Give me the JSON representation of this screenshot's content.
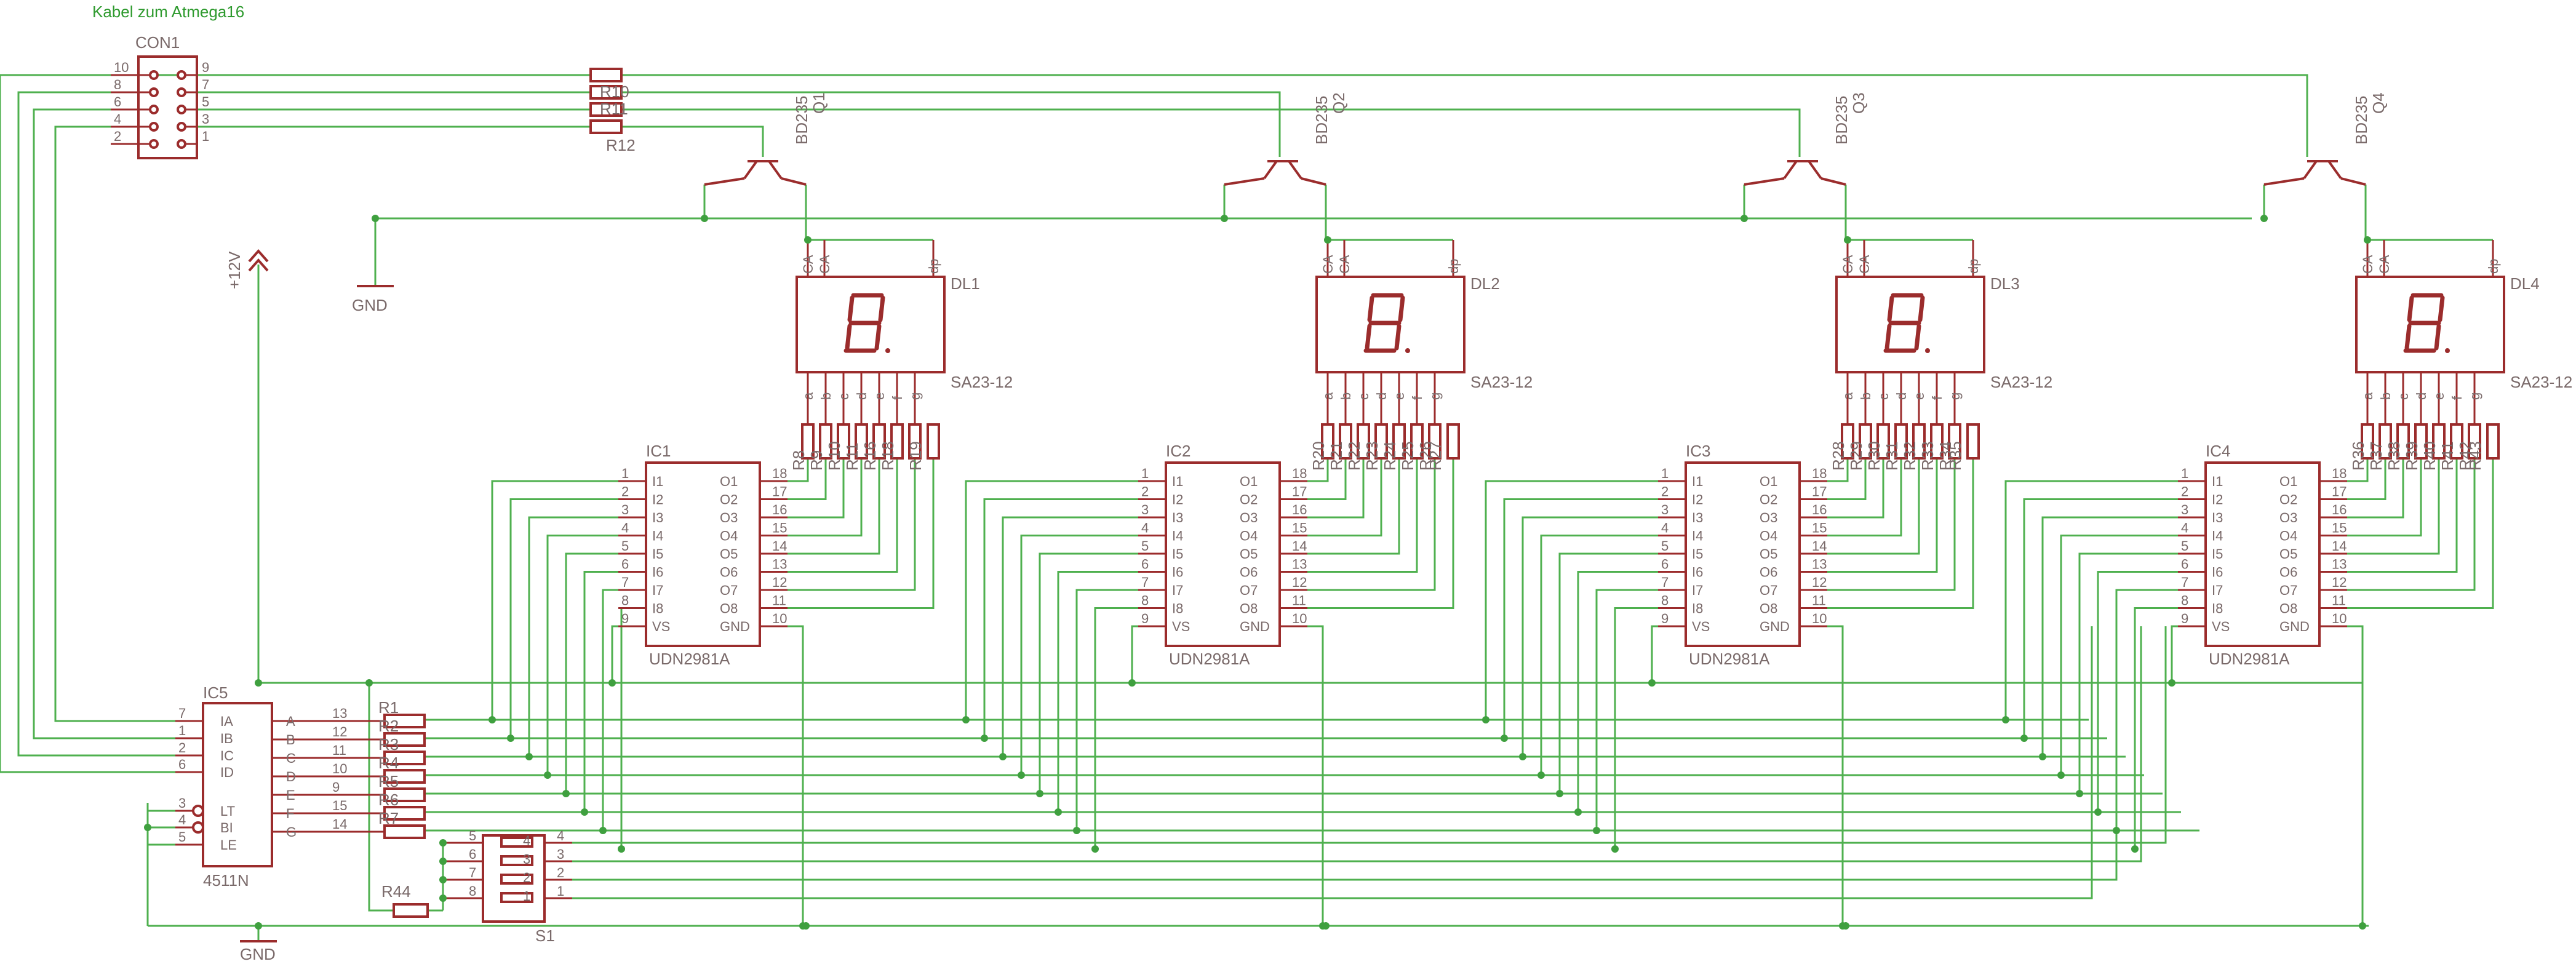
{
  "title": "Kabel zum Atmega16",
  "con1": {
    "name": "CON1",
    "pins_left": [
      "10",
      "8",
      "6",
      "4",
      "2"
    ],
    "pins_right": [
      "9",
      "7",
      "5",
      "3",
      "1"
    ]
  },
  "transistors": [
    {
      "type": "BD235",
      "ref": "Q1"
    },
    {
      "type": "BD235",
      "ref": "Q2"
    },
    {
      "type": "BD235",
      "ref": "Q3"
    },
    {
      "type": "BD235",
      "ref": "Q4"
    }
  ],
  "base_resistors": [
    "R10",
    "R11",
    "R12"
  ],
  "displays": [
    {
      "ref": "DL1",
      "part": "SA23-12"
    },
    {
      "ref": "DL2",
      "part": "SA23-12"
    },
    {
      "ref": "DL3",
      "part": "SA23-12"
    },
    {
      "ref": "DL4",
      "part": "SA23-12"
    }
  ],
  "display_pins_top": [
    "CA",
    "CA",
    "dp"
  ],
  "display_pins_bottom": [
    "a",
    "b",
    "c",
    "d",
    "e",
    "f",
    "g"
  ],
  "seg_resistors": [
    [
      "R8",
      "R9",
      "R10",
      "R11",
      "R16",
      "R18",
      "R19"
    ],
    [
      "R20",
      "R21",
      "R22",
      "R23",
      "R24",
      "R25",
      "R26",
      "R27"
    ],
    [
      "R28",
      "R29",
      "R30",
      "R31",
      "R32",
      "R33",
      "R34",
      "R35"
    ],
    [
      "R36",
      "R37",
      "R38",
      "R39",
      "R40",
      "R41",
      "R42",
      "R43"
    ]
  ],
  "drivers": [
    {
      "ref": "IC1",
      "part": "UDN2981A"
    },
    {
      "ref": "IC2",
      "part": "UDN2981A"
    },
    {
      "ref": "IC3",
      "part": "UDN2981A"
    },
    {
      "ref": "IC4",
      "part": "UDN2981A"
    }
  ],
  "driver_in": [
    "I1",
    "I2",
    "I3",
    "I4",
    "I5",
    "I6",
    "I7",
    "I8",
    "VS"
  ],
  "driver_out": [
    "O1",
    "O2",
    "O3",
    "O4",
    "O5",
    "O6",
    "O7",
    "O8",
    "GND"
  ],
  "driver_in_nums": [
    "1",
    "2",
    "3",
    "4",
    "5",
    "6",
    "7",
    "8",
    "9"
  ],
  "driver_out_nums": [
    "18",
    "17",
    "16",
    "15",
    "14",
    "13",
    "12",
    "11",
    "10"
  ],
  "decoder": {
    "ref": "IC5",
    "part": "4511N",
    "in_names": [
      "IA",
      "IB",
      "IC",
      "ID",
      "",
      "LT",
      "BI",
      "LE"
    ],
    "in_nums": [
      "7",
      "1",
      "2",
      "6",
      "",
      "3",
      "4",
      "5"
    ],
    "out_names": [
      "A",
      "B",
      "C",
      "D",
      "E",
      "F",
      "G"
    ],
    "out_nums": [
      "13",
      "12",
      "11",
      "10",
      "9",
      "15",
      "14"
    ]
  },
  "dec_resistors": [
    "R1",
    "R2",
    "R3",
    "R4",
    "R5",
    "R6",
    "R7"
  ],
  "r44": "R44",
  "switch": {
    "ref": "S1",
    "left": [
      "5",
      "6",
      "7",
      "8"
    ],
    "right": [
      "4",
      "3",
      "2",
      "1"
    ],
    "marks": [
      "4",
      "3",
      "2",
      "1"
    ]
  },
  "power": {
    "v12": "+12V",
    "gnd1": "GND",
    "gnd2": "GND"
  }
}
